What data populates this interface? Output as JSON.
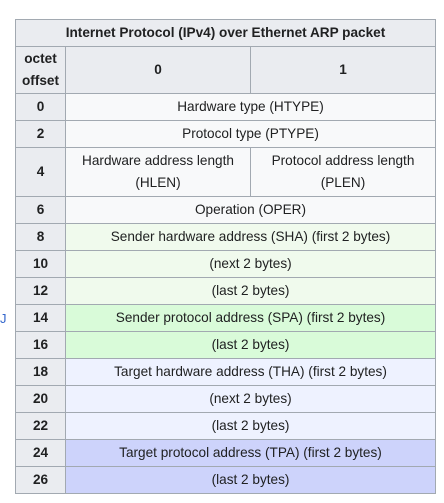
{
  "table": {
    "caption": "Internet Protocol (IPv4) over Ethernet ARP packet",
    "header": {
      "offset_line1": "octet",
      "offset_line2": "offset",
      "col0": "0",
      "col1": "1"
    },
    "rows": [
      {
        "offset": "0",
        "cells": [
          "Hardware type (HTYPE)"
        ]
      },
      {
        "offset": "2",
        "cells": [
          "Protocol type (PTYPE)"
        ]
      },
      {
        "offset": "4",
        "cells": [
          "Hardware address length (HLEN)",
          "Protocol address length (PLEN)"
        ],
        "split": [
          [
            "Hardware address length",
            "(HLEN)"
          ],
          [
            "Protocol address length",
            "(PLEN)"
          ]
        ]
      },
      {
        "offset": "6",
        "cells": [
          "Operation (OPER)"
        ]
      },
      {
        "offset": "8",
        "cells": [
          "Sender hardware address (SHA) (first 2 bytes)"
        ]
      },
      {
        "offset": "10",
        "cells": [
          "(next 2 bytes)"
        ]
      },
      {
        "offset": "12",
        "cells": [
          "(last 2 bytes)"
        ]
      },
      {
        "offset": "14",
        "cells": [
          "Sender protocol address (SPA) (first 2 bytes)"
        ]
      },
      {
        "offset": "16",
        "cells": [
          "(last 2 bytes)"
        ]
      },
      {
        "offset": "18",
        "cells": [
          "Target hardware address (THA) (first 2 bytes)"
        ]
      },
      {
        "offset": "20",
        "cells": [
          "(next 2 bytes)"
        ]
      },
      {
        "offset": "22",
        "cells": [
          "(last 2 bytes)"
        ]
      },
      {
        "offset": "24",
        "cells": [
          "Target protocol address (TPA) (first 2 bytes)"
        ]
      },
      {
        "offset": "26",
        "cells": [
          "(last 2 bytes)"
        ]
      }
    ]
  },
  "left_edge_fragment": "J",
  "colors": {
    "header_bg": "#eaecf0",
    "border": "#a2a9b1",
    "plain_cell": "#f8f9fa",
    "sha_bg": "#f0faed",
    "spa_bg": "#d9fbd9",
    "tha_bg": "#eef2ff",
    "tpa_bg": "#cdd3fb"
  }
}
